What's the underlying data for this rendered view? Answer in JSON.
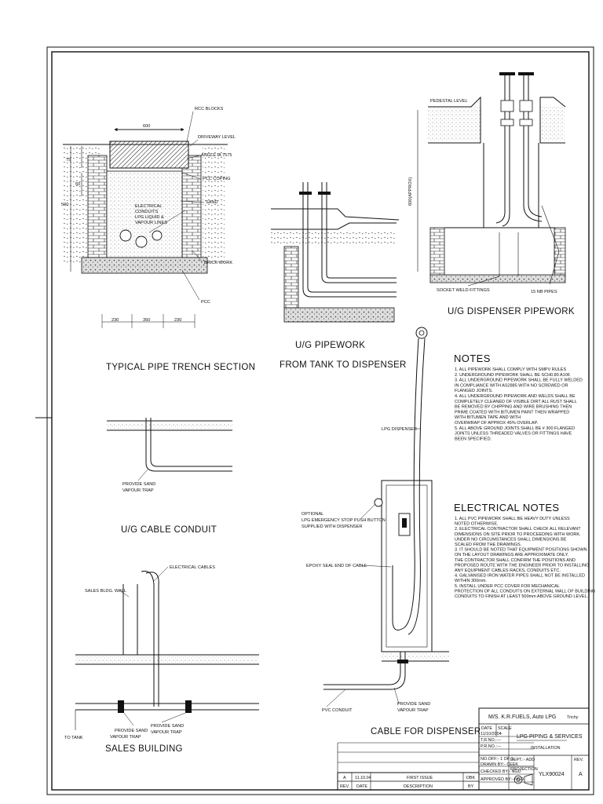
{
  "sections": {
    "trench": {
      "title": "TYPICAL PIPE TRENCH SECTION",
      "labels": {
        "rcc_blocks": "RCC BLOCKS",
        "driveway": "DRIVEWAY LEVEL",
        "angle": "ANGLE IA 7575",
        "pcc_coping": "PCC COPING",
        "sand": "SAND",
        "conduits1": "ELECTRICAL",
        "conduits2": "CONDUITS",
        "conduits3": "LPG LIQUID &",
        "conduits4": "VAPOUR LINES",
        "brickwork": "BRICK WORK",
        "pcc": "PCC"
      },
      "dims": {
        "top": "600",
        "d75": "75",
        "d50": "50",
        "d500": "500",
        "b1": "230",
        "b2": "350",
        "b3": "230"
      }
    },
    "ug_pipework": {
      "title1": "U/G PIPEWORK",
      "title2": "FROM TANK TO DISPENSER"
    },
    "dispenser_pipework": {
      "title": "U/G DISPENSER PIPEWORK",
      "labels": {
        "pedestal": "PEDESTAL LEVEL",
        "approx": "600(APPROX)",
        "socket": "SOCKET WELD FITTINGS",
        "pipes": "15 NB PIPES"
      }
    },
    "cable_conduit": {
      "title": "U/G CABLE CONDUIT",
      "labels": {
        "sand1": "PROVIDE SAND",
        "sand2": "VAPOUR TRAP"
      }
    },
    "sales_building": {
      "title": "SALES BUILDING",
      "labels": {
        "cables": "ELECTRICAL CABLES",
        "wall": "SALES BLDG. WALL",
        "tank": "TO TANK",
        "s1a": "PROVIDE SAND",
        "s1b": "VAPOUR TRAP",
        "s2a": "PROVIDE SAND",
        "s2b": "VAPOUR TRAP"
      }
    },
    "cable_dispenser": {
      "title": "CABLE FOR DISPENSER",
      "labels": {
        "lpg_disp": "LPG DISPENSER",
        "opt1": "OPTIONAL",
        "opt2": "LPG EMERGENCY STOP PUSH BUTTON",
        "opt3": "SUPPLIED WITH DISPENSER",
        "epoxy": "EPOXY SEAL END OF CABLE",
        "pvc": "PVC CONDUIT",
        "sand1": "PROVIDE SAND",
        "sand2": "VAPOUR TRAP"
      }
    }
  },
  "notes": {
    "title": "NOTES",
    "lines": [
      "1. ALL PIPEWORK SHALL COMPLY WITH SMPV RULES",
      "2. UNDERGROUND PIPEWORK SHALL BE SCH0.80 A106",
      "3. ALL UNDERGROUND PIPEWORK SHALL BE FULLY WELDED",
      "    IN COMPLIANCE WITH AS2885 WITH NO SCREWED OR",
      "    FLANGED JOINTS.",
      "4. ALL UNDERGROUND PIPEWORK AND WELDS SHALL BE",
      "    COMPLETELY CLEANED OF VISIBLE DIRT ALL RUST SHALL",
      "    BE REMOVED BY CHIPPING AND WIRE BRUSHING THEN",
      "    PRIME COATED WITH BITUMEN PAINT THEN WRAPPED",
      "    WITH BITUMEN TAPE AND WITH",
      "    OVERWRAP OF APPROX 45% OVERLAP.",
      "5. ALL ABOVE GROUND JOINTS SHALL BE # 300 FLANGED",
      "    JOINTS UNLESS THREADED VALVES OR FITTINGS HAVE",
      "    BEEN SPECIFIED."
    ]
  },
  "electrical_notes": {
    "title": "ELECTRICAL NOTES",
    "lines": [
      "1. ALL PVC PIPEWORK SHALL BE HEAVY DUTY UNLESS",
      "    NOTED OTHERWISE.",
      "2. ELECTRICAL CONTRACTOR SHALL CHECK ALL RELEVANT",
      "    DIMENSIONS ON SITE PRIOR TO PROCEEDING WITH WORK.",
      "    UNDER NO CIRCUMSTANCES SHALL DIMENSIONS BE",
      "    SCALED FROM THE DRAWINGS.",
      "3. IT SHOULD BE NOTED THAT EQUIPMENT POSITIONS SHOWN",
      "    ON THE LAYOUT DRAWINGS ARE APPROXIMATE ONLY.",
      "    THE CONTRACTOR SHALL CONFIRM THE POSITIONS AND",
      "    PROPOSED ROUTE WITH THE ENGINEER PRIOR TO INSTALLING",
      "    ANY EQUIPMENT CABLES RACKS, CONDUITS ETC.",
      "4. GALVANISED IRON WATER PIPES SHALL NOT BE INSTALLED",
      "    WITHIN 300mm.",
      "5. INSTALL UNDER PCC COVER FOR MECHANICAL",
      "    PROTECTION OF ALL CONDUITS ON EXTERNAL WALL OF BUILDING",
      "    CONDUITS TO FINISH AT LEAST 500mm ABOVE GROUND LEVEL."
    ]
  },
  "title_block": {
    "client": "M/S. K.R.FUELS, Auto LPG",
    "place": "Trichy",
    "date_label": "DATE",
    "date_value": "11/10/2004",
    "scale_label": "SCALE",
    "scale_value": "-",
    "traced": "T.R.NO.:---",
    "prj": "P.R.NO.:---",
    "sheet": "NO.OFF:- 1 OF 1",
    "drawn": "DRAWN BY:- CEEK",
    "checked": "CHECKED BY:- NGD",
    "approved": "APPROVED BY:- NGD",
    "dwg_title": "LPG PIPING & SERVICES",
    "dwg_sub": "INSTALLATION",
    "dept": "DEPT.:- ADD",
    "projection": "PROJECTION",
    "dwg_no": "YLX90024",
    "rev_label": "REV.",
    "rev_value": "A",
    "rev_row": {
      "rev": "A",
      "date": "11.10.04",
      "desc": "FIRST ISSUE",
      "by": "DBK"
    },
    "rev_head": {
      "rev": "REV.",
      "date": "DATE",
      "desc": "DESCRIPTION",
      "by": "BY"
    }
  }
}
